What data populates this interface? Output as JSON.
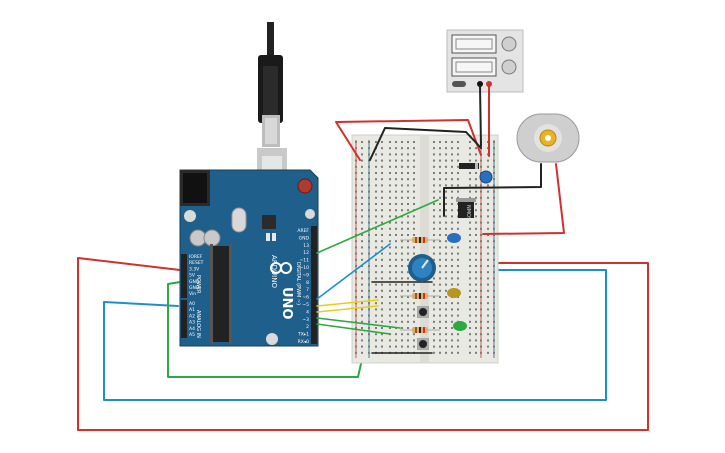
{
  "arduino": {
    "brand": "ARDUINO",
    "model": "UNO",
    "power_header": "POWER",
    "analog_header": "ANALOG IN",
    "digital_header": "DIGITAL (PWM ~)",
    "pins_digital": [
      "AREF",
      "GND",
      "13",
      "12",
      "~11",
      "~10",
      "~9",
      "8",
      "7",
      "~6",
      "~5",
      "4",
      "~3",
      "2",
      "TX▸1",
      "RX◂0"
    ],
    "pins_power": [
      "IOREF",
      "RESET",
      "3.3V",
      "5V",
      "GND",
      "GND",
      "Vin"
    ],
    "pins_analog": [
      "A0",
      "A1",
      "A2",
      "A3",
      "A4",
      "A5"
    ]
  },
  "components": {
    "mosfet_label": "NMOS",
    "power_supply": "power-supply",
    "motor": "dc-motor"
  },
  "colors": {
    "board_blue": "#1f5f8b",
    "wire_red": "#d0312d",
    "wire_black": "#222222",
    "wire_green": "#2ea843",
    "wire_blue": "#1f8fc9",
    "wire_yellow": "#e6cf1a",
    "breadboard": "#e9e9e3"
  }
}
